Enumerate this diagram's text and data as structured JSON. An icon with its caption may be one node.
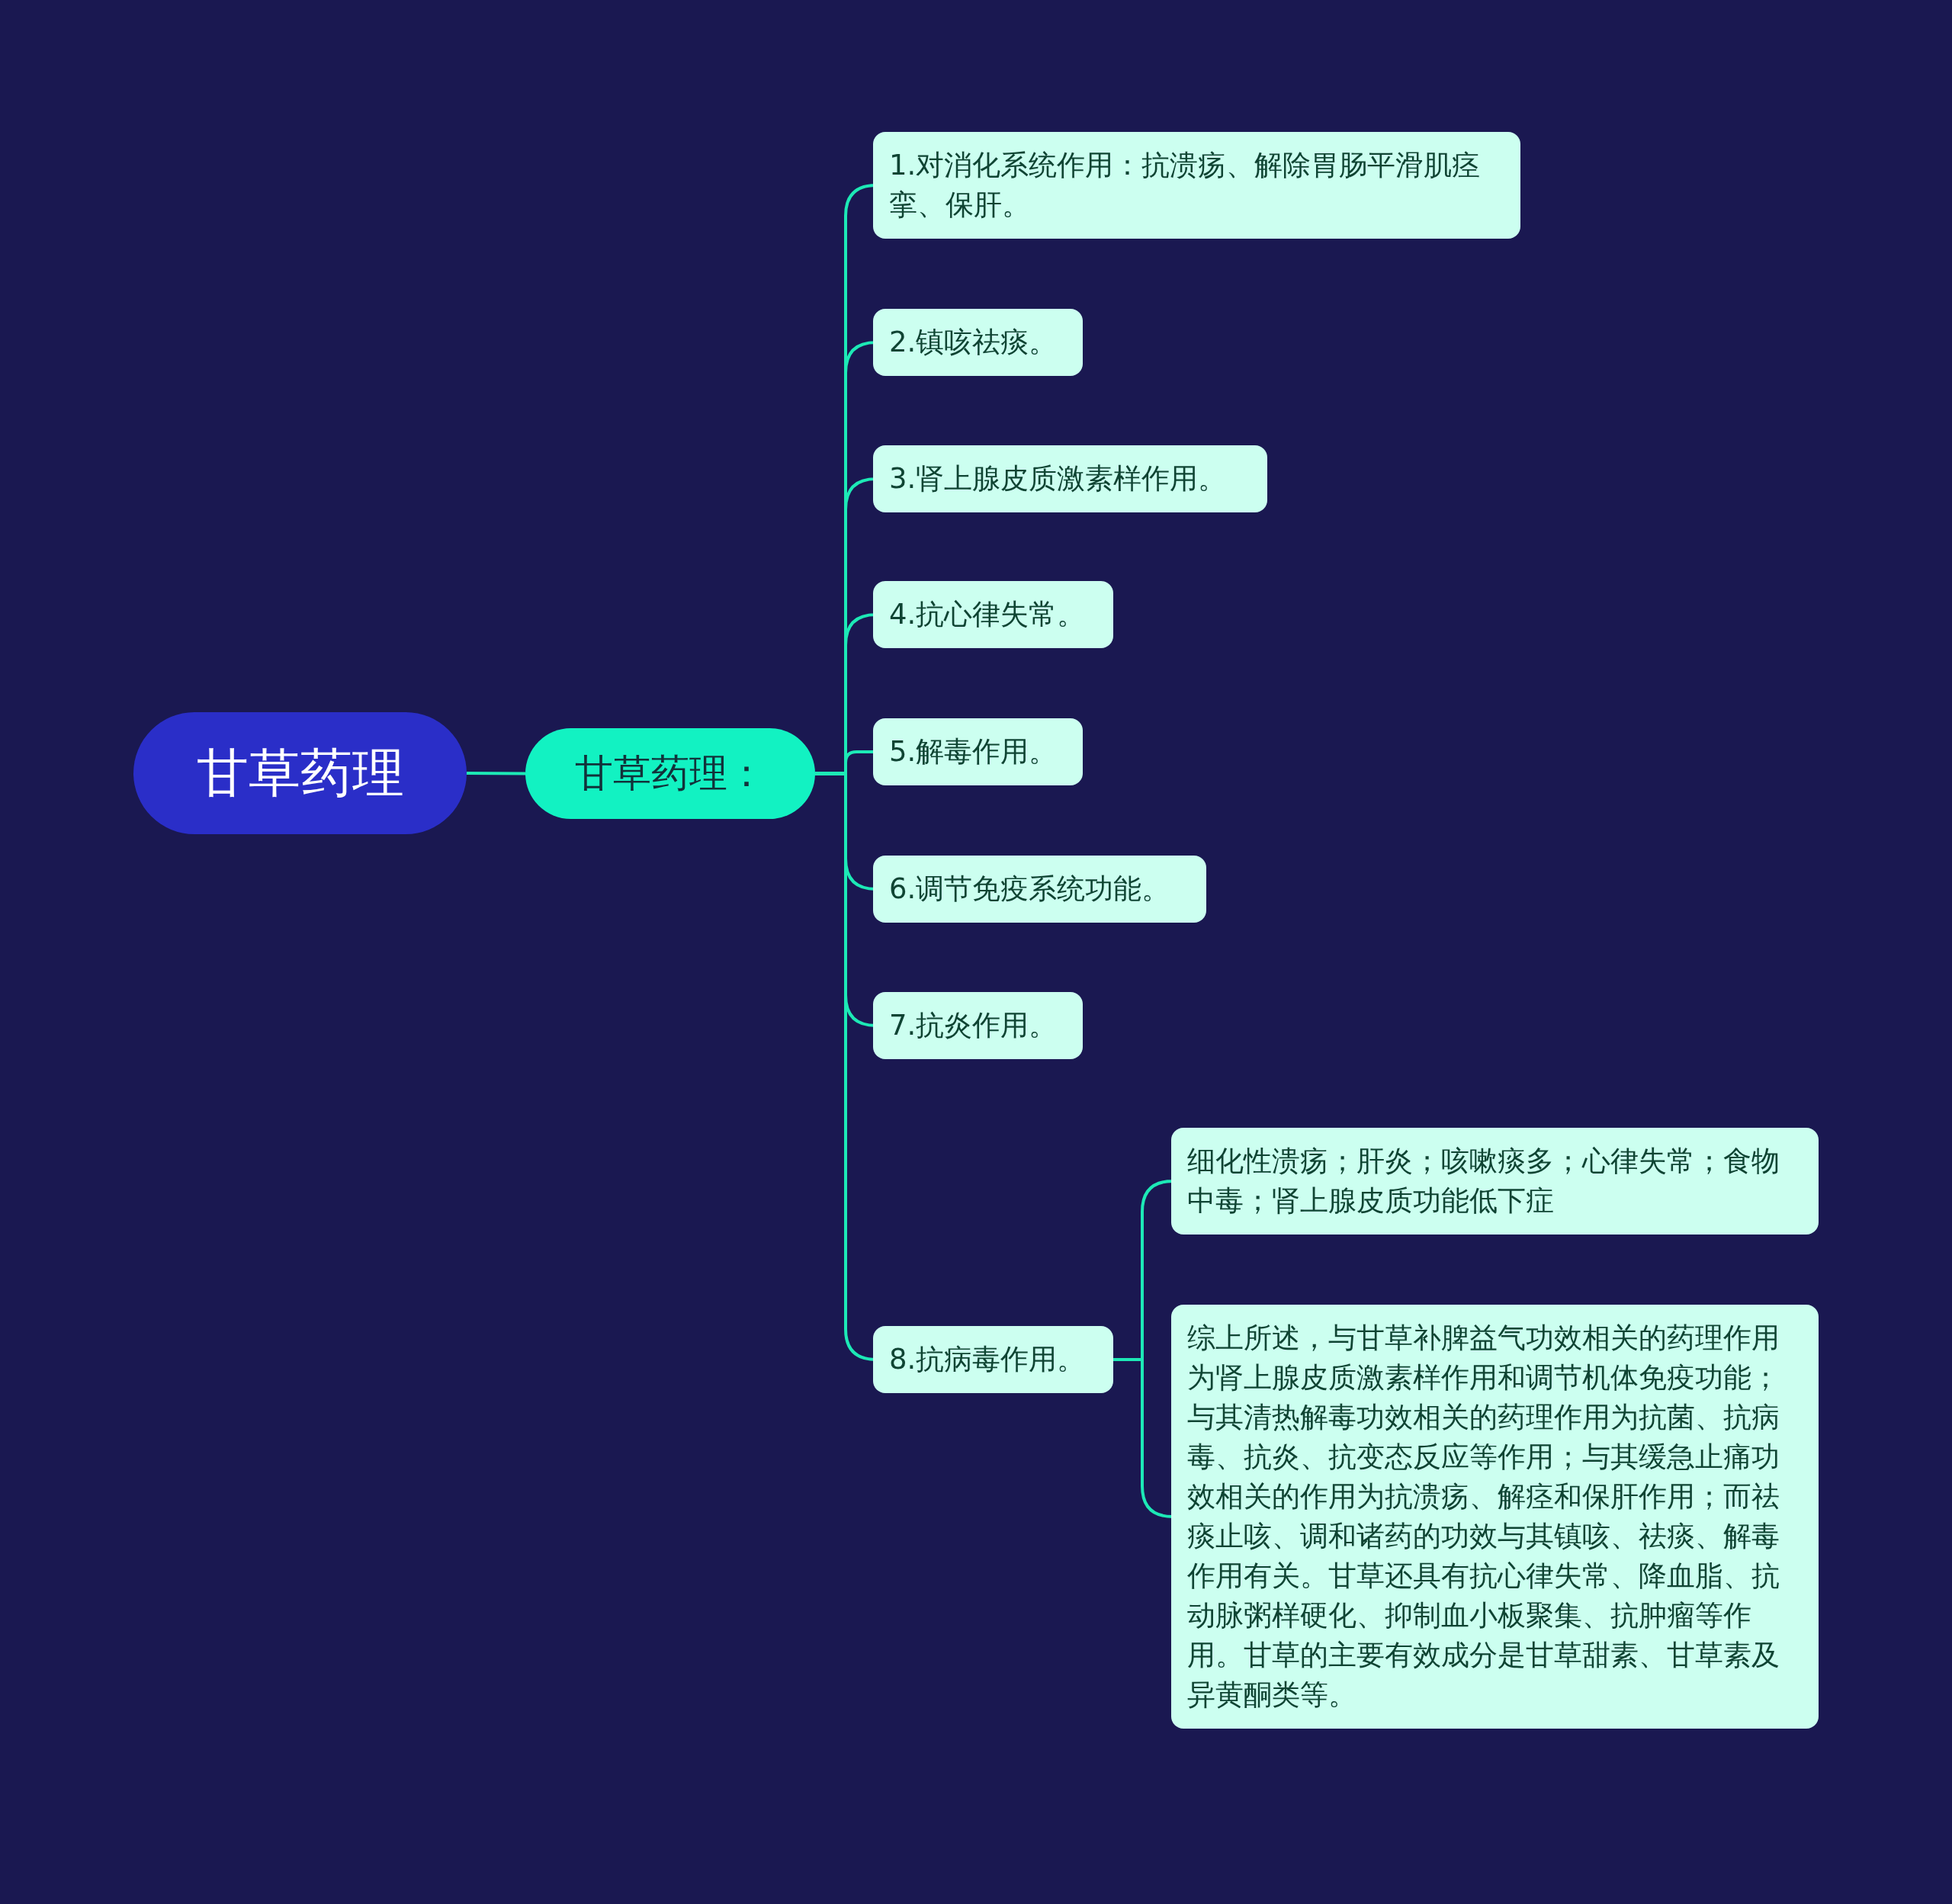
{
  "diagram": {
    "nodes": [
      {
        "text": [
          "甘草药理"
        ]
      },
      {
        "text": [
          "甘草药理："
        ]
      },
      {
        "text": [
          "1.对消化系统作用：抗溃疡、解除胃肠平滑肌痉挛、保肝。"
        ]
      },
      {
        "text": [
          "2.镇咳祛痰。"
        ]
      },
      {
        "text": [
          "3.肾上腺皮质激素样作用。"
        ]
      },
      {
        "text": [
          "4.抗心律失常。"
        ]
      },
      {
        "text": [
          "5.解毒作用。"
        ]
      },
      {
        "text": [
          "6.调节免疫系统功能。"
        ]
      },
      {
        "text": [
          "7.抗炎作用。"
        ]
      },
      {
        "text": [
          "8.抗病毒作用。"
        ]
      },
      {
        "text": [
          "细化性溃疡；肝炎；咳嗽痰多；心律失常；食物中毒；肾上腺皮质功能低下症"
        ]
      },
      {
        "text": [
          "综上所述，与甘草补脾益气功效相关的药理作用为肾上腺皮质激素样作用和调节机体免疫功能；与其清热解毒功效相关的药理作用为抗菌、抗病毒、抗炎、抗变态反应等作用；与其缓急止痛功效相关的作用为抗溃疡、解痉和保肝作用；而祛痰止咳、调和诸药的功效与其镇咳、祛痰、解毒作用有关。甘草还具有抗心律失常、降血脂、抗动脉粥样硬化、抑制血小板聚集、抗肿瘤等作用。甘草的主要有效成分是甘草甜素、甘草素及异黄酮类等。"
        ]
      }
    ],
    "edges": [
      {
        "from": 0,
        "to": 1,
        "arrow": "none"
      },
      {
        "from": 1,
        "to": 2,
        "arrow": "none"
      },
      {
        "from": 1,
        "to": 3,
        "arrow": "none"
      },
      {
        "from": 1,
        "to": 4,
        "arrow": "none"
      },
      {
        "from": 1,
        "to": 5,
        "arrow": "none"
      },
      {
        "from": 1,
        "to": 6,
        "arrow": "none"
      },
      {
        "from": 1,
        "to": 7,
        "arrow": "none"
      },
      {
        "from": 1,
        "to": 8,
        "arrow": "none"
      },
      {
        "from": 1,
        "to": 9,
        "arrow": "none"
      },
      {
        "from": 9,
        "to": 10,
        "arrow": "none"
      },
      {
        "from": 9,
        "to": 11,
        "arrow": "none"
      }
    ]
  }
}
